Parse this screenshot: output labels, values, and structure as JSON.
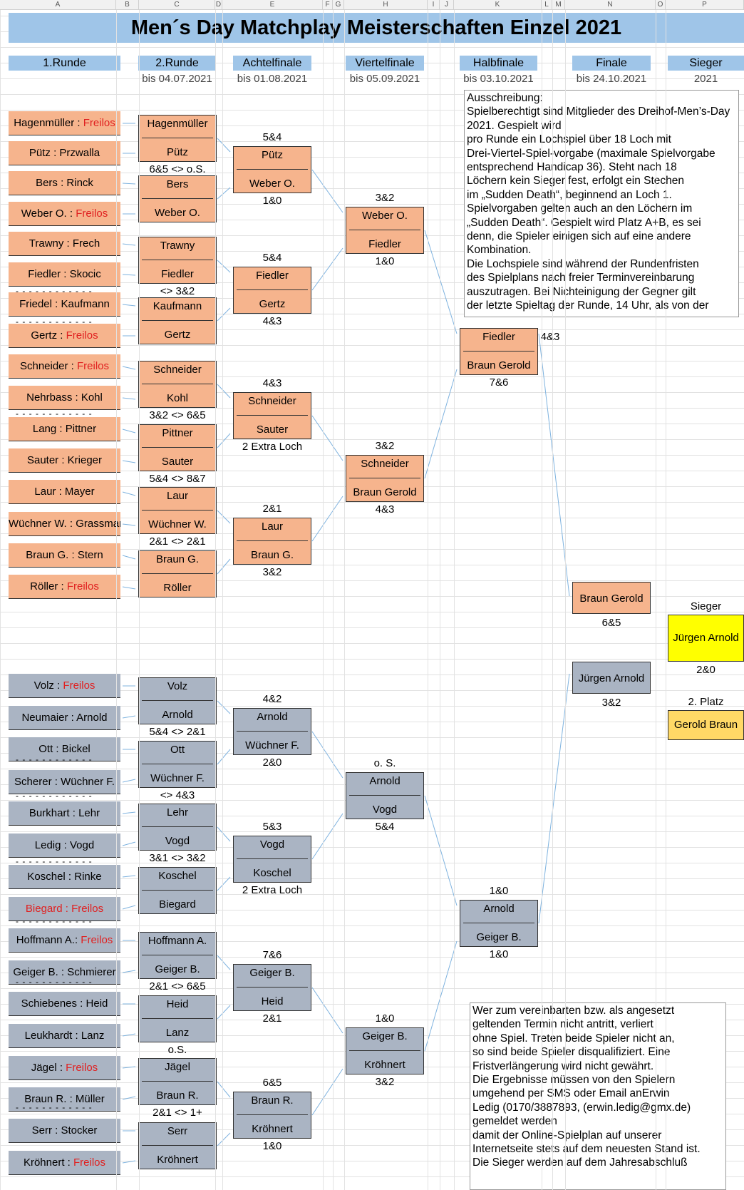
{
  "columns": [
    "A",
    "B",
    "C",
    "D",
    "E",
    "F",
    "G",
    "H",
    "I",
    "J",
    "K",
    "L",
    "M",
    "N",
    "O",
    "P"
  ],
  "title": "Men´s Day Matchplay Meisterschaften Einzel 2021",
  "rounds": [
    {
      "label": "1.Runde",
      "sub": ""
    },
    {
      "label": "2.Runde",
      "sub": "bis 04.07.2021"
    },
    {
      "label": "Achtelfinale",
      "sub": "bis 01.08.2021"
    },
    {
      "label": "Viertelfinale",
      "sub": "bis 05.09.2021"
    },
    {
      "label": "Halbfinale",
      "sub": "bis 03.10.2021"
    },
    {
      "label": "Finale",
      "sub": "bis 24.10.2021"
    },
    {
      "label": "Sieger",
      "sub": "2021"
    }
  ],
  "round1": [
    {
      "a": "Hagenmüller : ",
      "b": "Freilos",
      "bye": true
    },
    {
      "a": "Pütz : Przwalla",
      "b": ""
    },
    {
      "a": "Bers : Rinck",
      "b": ""
    },
    {
      "a": "Weber O. : ",
      "b": "Freilos",
      "bye": true
    },
    {
      "a": "Trawny : Frech",
      "b": ""
    },
    {
      "a": "Fiedler : Skocic",
      "b": ""
    },
    {
      "a": "Friedel : Kaufmann",
      "b": ""
    },
    {
      "a": "Gertz : ",
      "b": "Freilos",
      "bye": true
    },
    {
      "a": "Schneider : ",
      "b": "Freilos",
      "bye": true
    },
    {
      "a": "Nehrbass : Kohl",
      "b": ""
    },
    {
      "a": "Lang : Pittner",
      "b": ""
    },
    {
      "a": "Sauter : Krieger",
      "b": ""
    },
    {
      "a": "Laur : Mayer",
      "b": ""
    },
    {
      "a": "Wüchner W. : Grassmann",
      "b": ""
    },
    {
      "a": "Braun G. : Stern",
      "b": ""
    },
    {
      "a": "Röller : ",
      "b": "Freilos",
      "bye": true
    },
    {
      "a": "Volz : ",
      "b": "Freilos",
      "bye": true
    },
    {
      "a": "Neumaier : Arnold",
      "b": ""
    },
    {
      "a": "Ott : Bickel",
      "b": ""
    },
    {
      "a": "Scherer : Wüchner F.",
      "b": ""
    },
    {
      "a": "Burkhart : Lehr",
      "b": ""
    },
    {
      "a": "Ledig : Vogd",
      "b": ""
    },
    {
      "a": "Koschel : Rinke",
      "b": ""
    },
    {
      "a": "Biegard : Freilos",
      "b": "",
      "allred": true
    },
    {
      "a": "Hoffmann A.: ",
      "b": "Freilos",
      "bye": true
    },
    {
      "a": "Geiger B. : Schmierer",
      "b": ""
    },
    {
      "a": "Schiebenes : Heid",
      "b": ""
    },
    {
      "a": "Leukhardt : Lanz",
      "b": ""
    },
    {
      "a": "Jägel : ",
      "b": "Freilos",
      "bye": true
    },
    {
      "a": "Braun R. : Müller",
      "b": ""
    },
    {
      "a": "Serr : Stocker",
      "b": ""
    },
    {
      "a": "Kröhnert : ",
      "b": "Freilos",
      "bye": true
    }
  ],
  "round2": [
    {
      "p1": "Hagenmüller",
      "p2": "Pütz",
      "res": "6&5 <> o.S."
    },
    {
      "p1": "Bers",
      "p2": "Weber O.",
      "res": ""
    },
    {
      "p1": "Trawny",
      "p2": "Fiedler",
      "res": "<> 3&2"
    },
    {
      "p1": "Kaufmann",
      "p2": "Gertz",
      "res": ""
    },
    {
      "p1": "Schneider",
      "p2": "Kohl",
      "res": "3&2 <> 6&5"
    },
    {
      "p1": "Pittner",
      "p2": "Sauter",
      "res": "5&4 <> 8&7"
    },
    {
      "p1": "Laur",
      "p2": "Wüchner W.",
      "res": "2&1 <> 2&1"
    },
    {
      "p1": "Braun G.",
      "p2": "Röller",
      "res": ""
    },
    {
      "p1": "Volz",
      "p2": "Arnold",
      "res": "5&4 <> 2&1"
    },
    {
      "p1": "Ott",
      "p2": "Wüchner F.",
      "res": "<> 4&3"
    },
    {
      "p1": "Lehr",
      "p2": "Vogd",
      "res": "3&1 <> 3&2"
    },
    {
      "p1": "Koschel",
      "p2": "Biegard",
      "res": ""
    },
    {
      "p1": "Hoffmann A.",
      "p2": "Geiger B.",
      "res": "2&1 <> 6&5"
    },
    {
      "p1": "Heid",
      "p2": "Lanz",
      "res": "o.S."
    },
    {
      "p1": "Jägel",
      "p2": "Braun R.",
      "res": "2&1 <> 1+"
    },
    {
      "p1": "Serr",
      "p2": "Kröhnert",
      "res": ""
    }
  ],
  "round16": [
    {
      "p1": "Pütz",
      "p2": "Weber O.",
      "top": "5&4",
      "bot": "1&0"
    },
    {
      "p1": "Fiedler",
      "p2": "Gertz",
      "top": "5&4",
      "bot": "4&3"
    },
    {
      "p1": "Schneider",
      "p2": "Sauter",
      "top": "4&3",
      "bot": "2 Extra Loch"
    },
    {
      "p1": "Laur",
      "p2": "Braun G.",
      "top": "2&1",
      "bot": "3&2"
    },
    {
      "p1": "Arnold",
      "p2": "Wüchner F.",
      "top": "4&2",
      "bot": "2&0"
    },
    {
      "p1": "Vogd",
      "p2": "Koschel",
      "top": "5&3",
      "bot": "2 Extra Loch"
    },
    {
      "p1": "Geiger B.",
      "p2": "Heid",
      "top": "7&6",
      "bot": "2&1"
    },
    {
      "p1": "Braun R.",
      "p2": "Kröhnert",
      "top": "6&5",
      "bot": "1&0"
    }
  ],
  "quarter": [
    {
      "p1": "Weber O.",
      "p2": "Fiedler",
      "top": "3&2",
      "bot": "1&0"
    },
    {
      "p1": "Schneider",
      "p2": "Braun Gerold",
      "top": "3&2",
      "bot": "4&3"
    },
    {
      "p1": "Arnold",
      "p2": "Vogd",
      "top": "o. S.",
      "bot": "5&4"
    },
    {
      "p1": "Geiger B.",
      "p2": "Kröhnert",
      "top": "1&0",
      "bot": "3&2"
    }
  ],
  "semi": [
    {
      "p1": "Fiedler",
      "p2": "Braun Gerold",
      "side": "4&3",
      "bot": "7&6"
    },
    {
      "p1": "Arnold",
      "p2": "Geiger B.",
      "top": "1&0",
      "bot": "1&0"
    }
  ],
  "final": {
    "p1": "Braun Gerold",
    "res1": "6&5",
    "p2": "Jürgen Arnold",
    "res2": "3&2"
  },
  "winner": {
    "label": "Sieger",
    "name": "Jürgen Arnold",
    "score": "2&0",
    "second_label": "2. Platz",
    "second": "Gerold Braun"
  },
  "announcement": "Ausschreibung:\nSpielberechtigt sind Mitglieder des Dreihof-Men’s-Day 2021. Gespielt wird\npro Runde ein Lochspiel über 18 Loch mit\nDrei-Viertel-Spiel-vorgabe (maximale Spielvorgabe\nentsprechend Handicap 36). Steht nach 18\nLöchern kein Sieger fest, erfolgt ein Stechen\nim „Sudden Death“, beginnend an Loch 1.\nSpielvorgaben gelten auch an den Löchern im\n„Sudden Death“. Gespielt wird Platz A+B, es sei\ndenn, die Spieler einigen sich auf eine andere\nKombination.\nDie Lochspiele sind während der Rundenfristen\ndes Spielplans nach freier Terminvereinbarung\nauszutragen. Bei Nichteinigung der Gegner gilt\nder letzte Spieltag der Runde, 14 Uhr, als von der",
  "notice": "Wer zum vereinbarten bzw. als angesetzt\ngeltenden Termin nicht antritt, verliert\nohne Spiel. Treten beide Spieler nicht an,\nso sind beide Spieler disqualifiziert. Eine\nFristverlängerung wird nicht gewährt.\nDie Ergebnisse müssen von den Spielern\numgehend per SMS oder Email anErwin\nLedig (0170/3887893, (erwin.ledig@gmx.de)\ngemeldet werden\ndamit der Online-Spielplan auf unserer\nInternetseite stets auf dem neuesten Stand ist.\nDie Sieger werden auf dem Jahresabschluß",
  "colors": {
    "header_blue": "#9fc5e8",
    "orange": "#f6b48d",
    "slate": "#aab4c3",
    "winner_yellow": "#ffff00",
    "second_gold": "#ffd966",
    "bye_red": "#e02020",
    "connector": "#7fb3df"
  }
}
